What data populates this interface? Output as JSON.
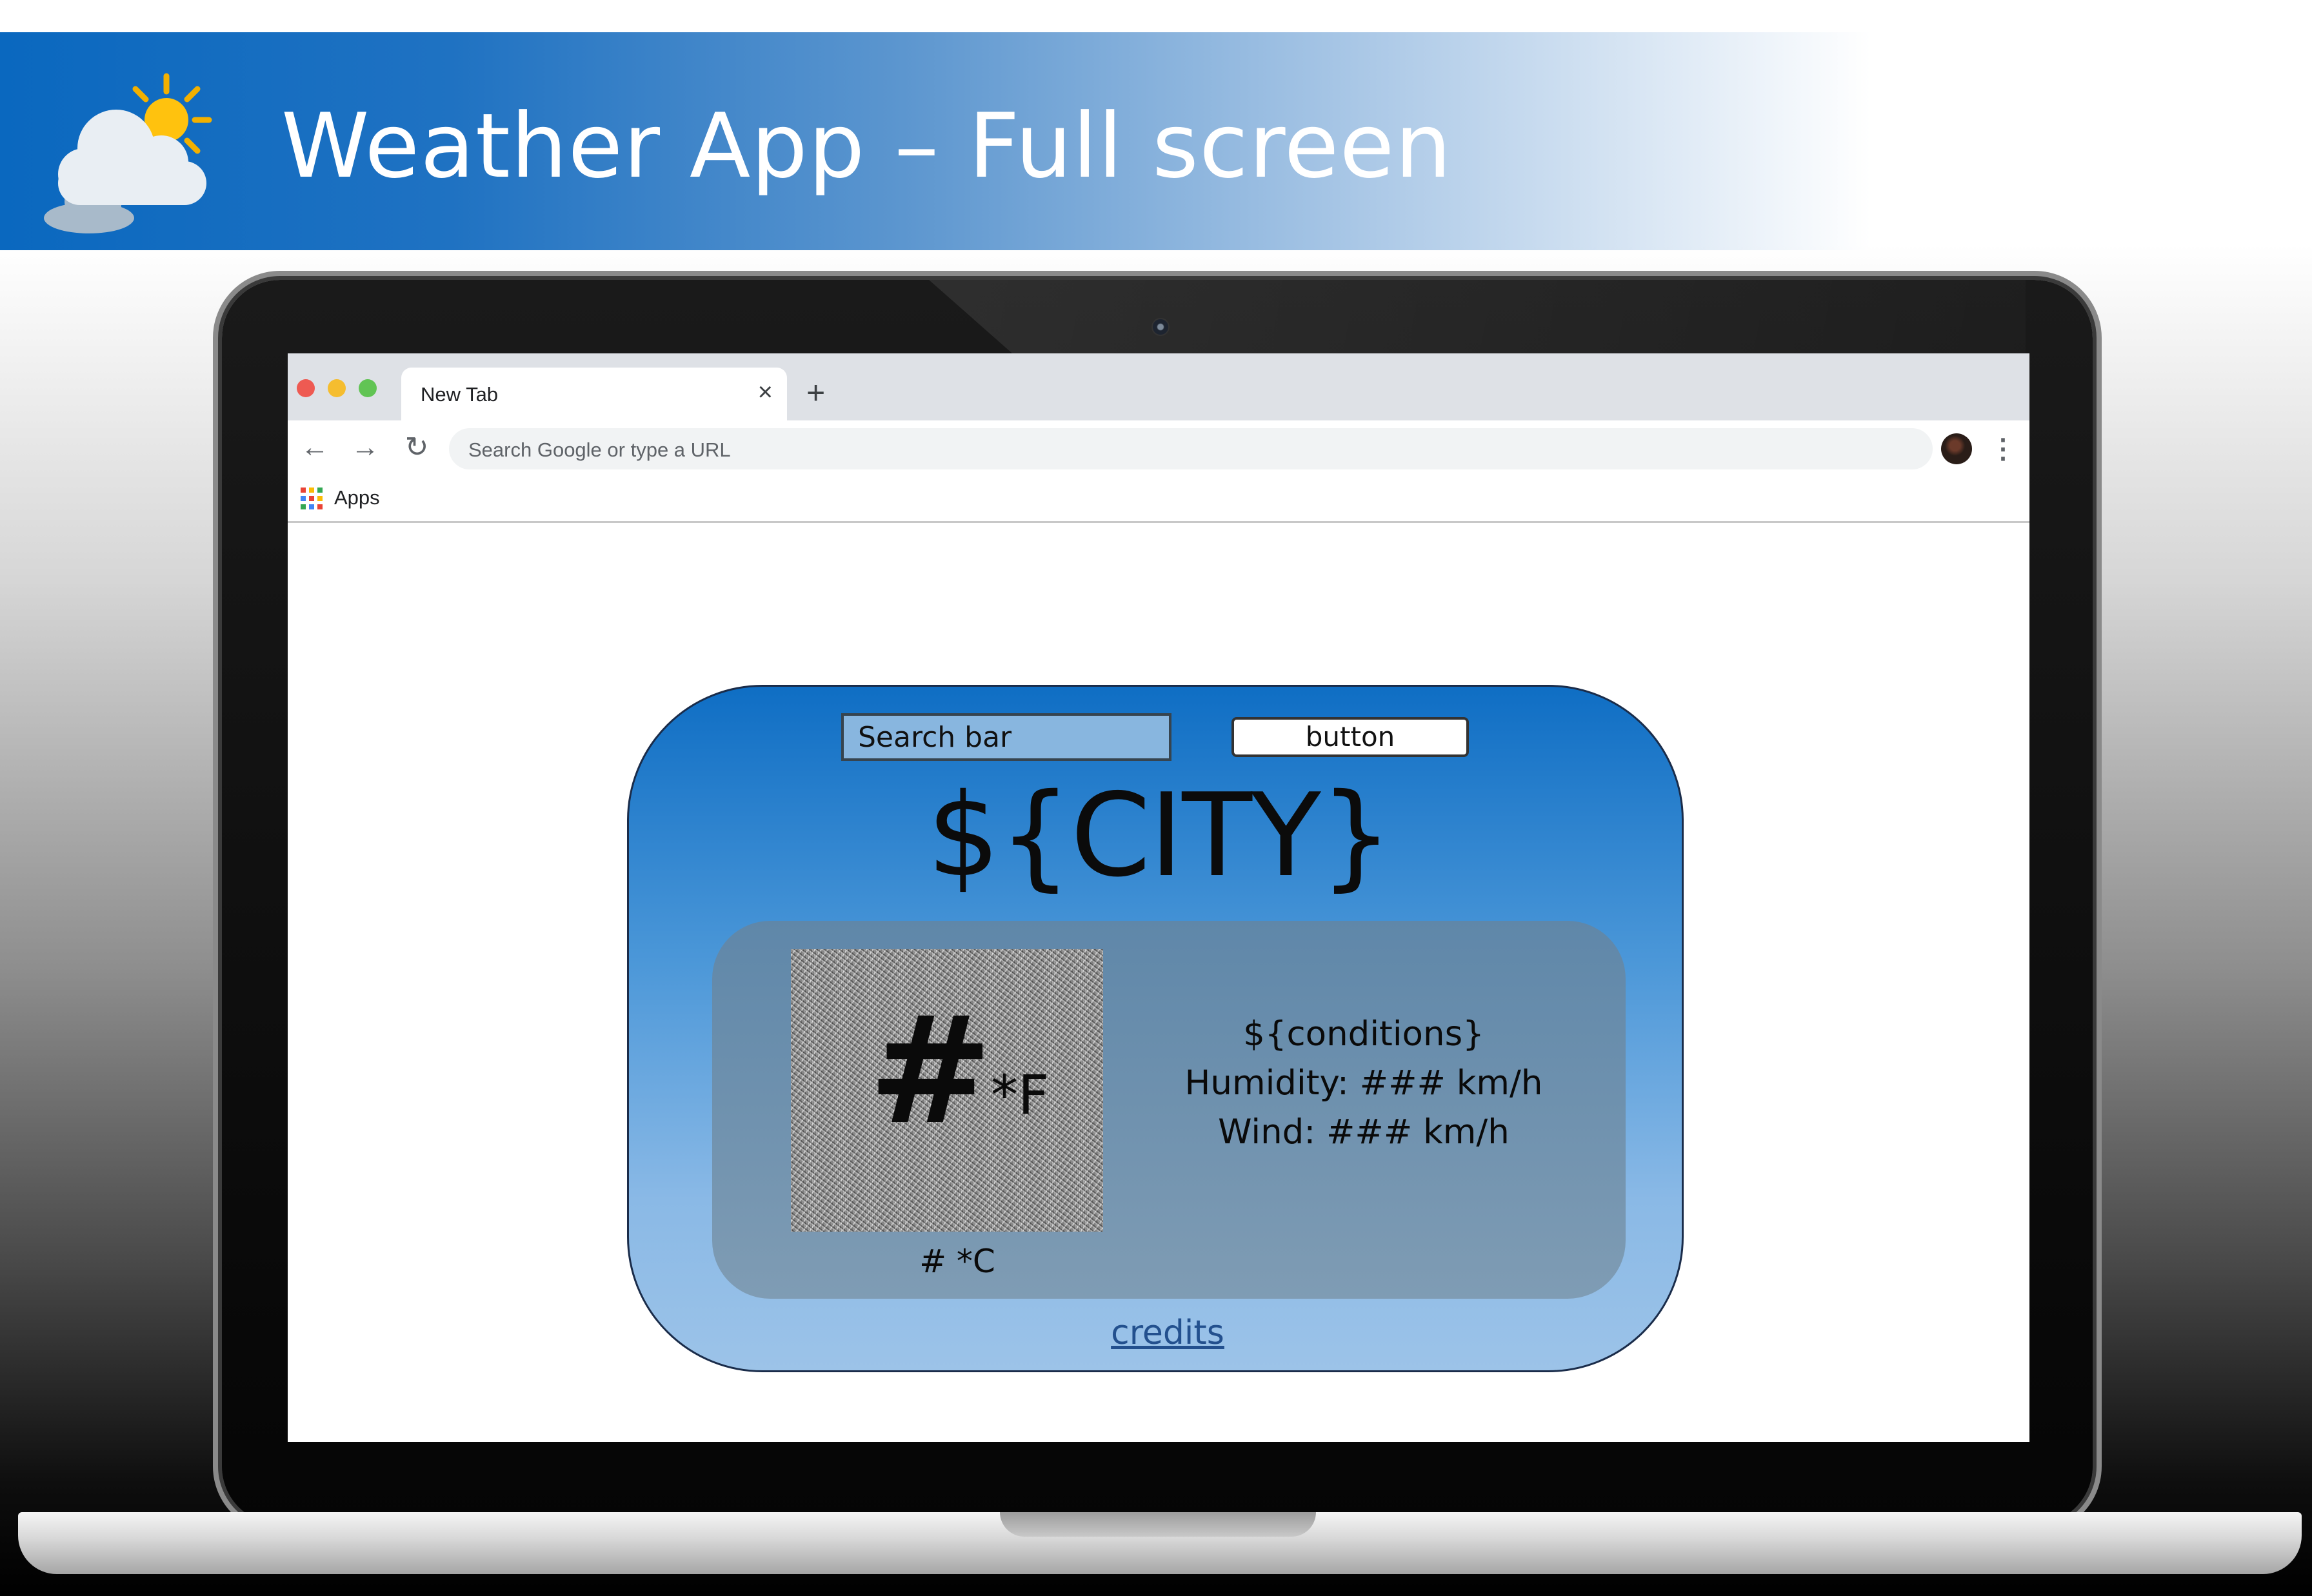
{
  "slide": {
    "title": "Weather App – Full screen",
    "banner_icon": "sun-behind-cloud-icon"
  },
  "browser": {
    "window_controls": {
      "close_color": "#ee5a52",
      "minimize_color": "#f5bd2f",
      "maximize_color": "#61c454"
    },
    "tab": {
      "label": "New Tab",
      "close_icon": "×",
      "new_tab_icon": "+"
    },
    "toolbar": {
      "back_icon": "←",
      "forward_icon": "→",
      "reload_icon": "↻",
      "omnibox_placeholder": "Search Google or type a URL",
      "menu_icon": "⋮"
    },
    "bookmarks": {
      "apps_label": "Apps"
    }
  },
  "weather_card": {
    "search_placeholder": "Search bar",
    "button_label": "button",
    "city": "${CITY}",
    "temperature_f_value": "#",
    "temperature_f_unit": "*F",
    "temperature_c": "# *C",
    "conditions": "${conditions}",
    "humidity": "Humidity: ### km/h",
    "wind": "Wind: ### km/h",
    "credits_link": "credits",
    "colors": {
      "card_top": "#0f6ec4",
      "card_bottom": "#9cc3e8",
      "panel": "#6f91ae",
      "search_bg": "#88b6df",
      "link": "#23508e"
    }
  }
}
